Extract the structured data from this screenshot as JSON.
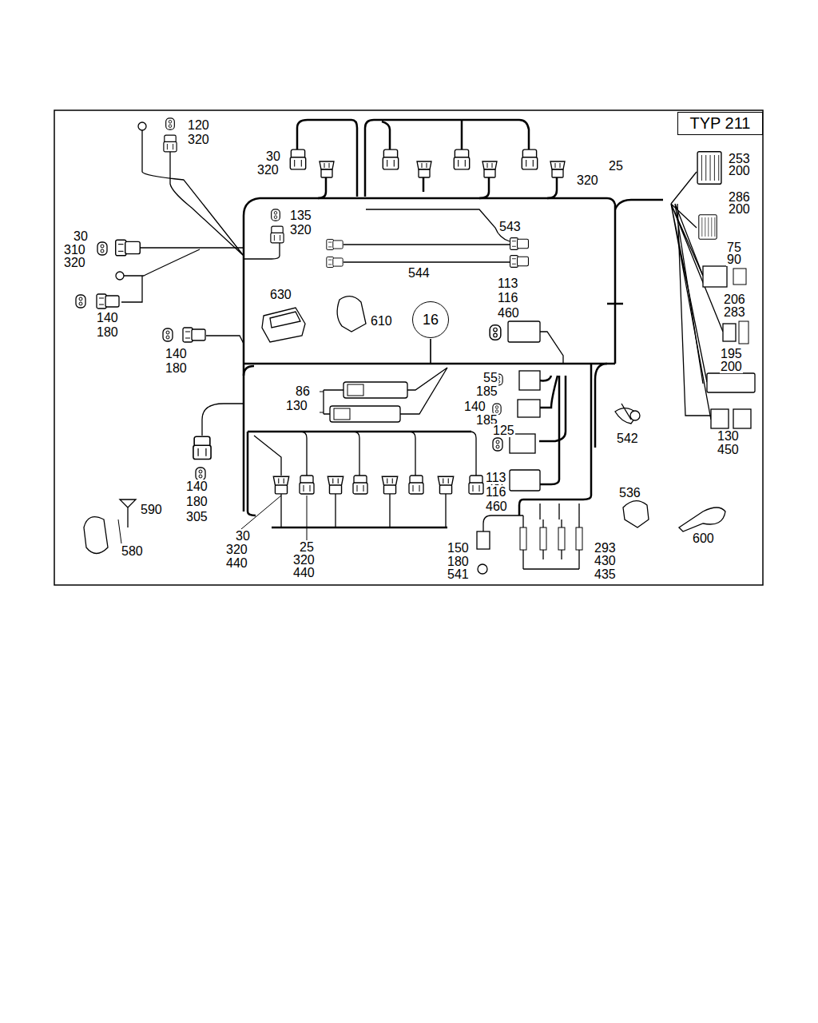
{
  "diagram": {
    "nodes": [
      {
        "text": [
          "TYP 211"
        ]
      },
      {
        "text": [
          "16"
        ]
      }
    ],
    "labels": [
      "120",
      "320",
      "30",
      "320",
      "25",
      "320",
      "253",
      "200",
      "286",
      "200",
      "135",
      "320",
      "543",
      "30",
      "310",
      "320",
      "75",
      "90",
      "544",
      "113",
      "116",
      "460",
      "630",
      "610",
      "140",
      "180",
      "206",
      "283",
      "140",
      "180",
      "195",
      "200",
      "55",
      "185",
      "86",
      "130",
      "140",
      "185",
      "125",
      "542",
      "130",
      "450",
      "140",
      "180",
      "305",
      "113",
      "116",
      "460",
      "590",
      "536",
      "600",
      "580",
      "30",
      "320",
      "440",
      "25",
      "320",
      "440",
      "150",
      "180",
      "541",
      "293",
      "430",
      "435"
    ]
  }
}
